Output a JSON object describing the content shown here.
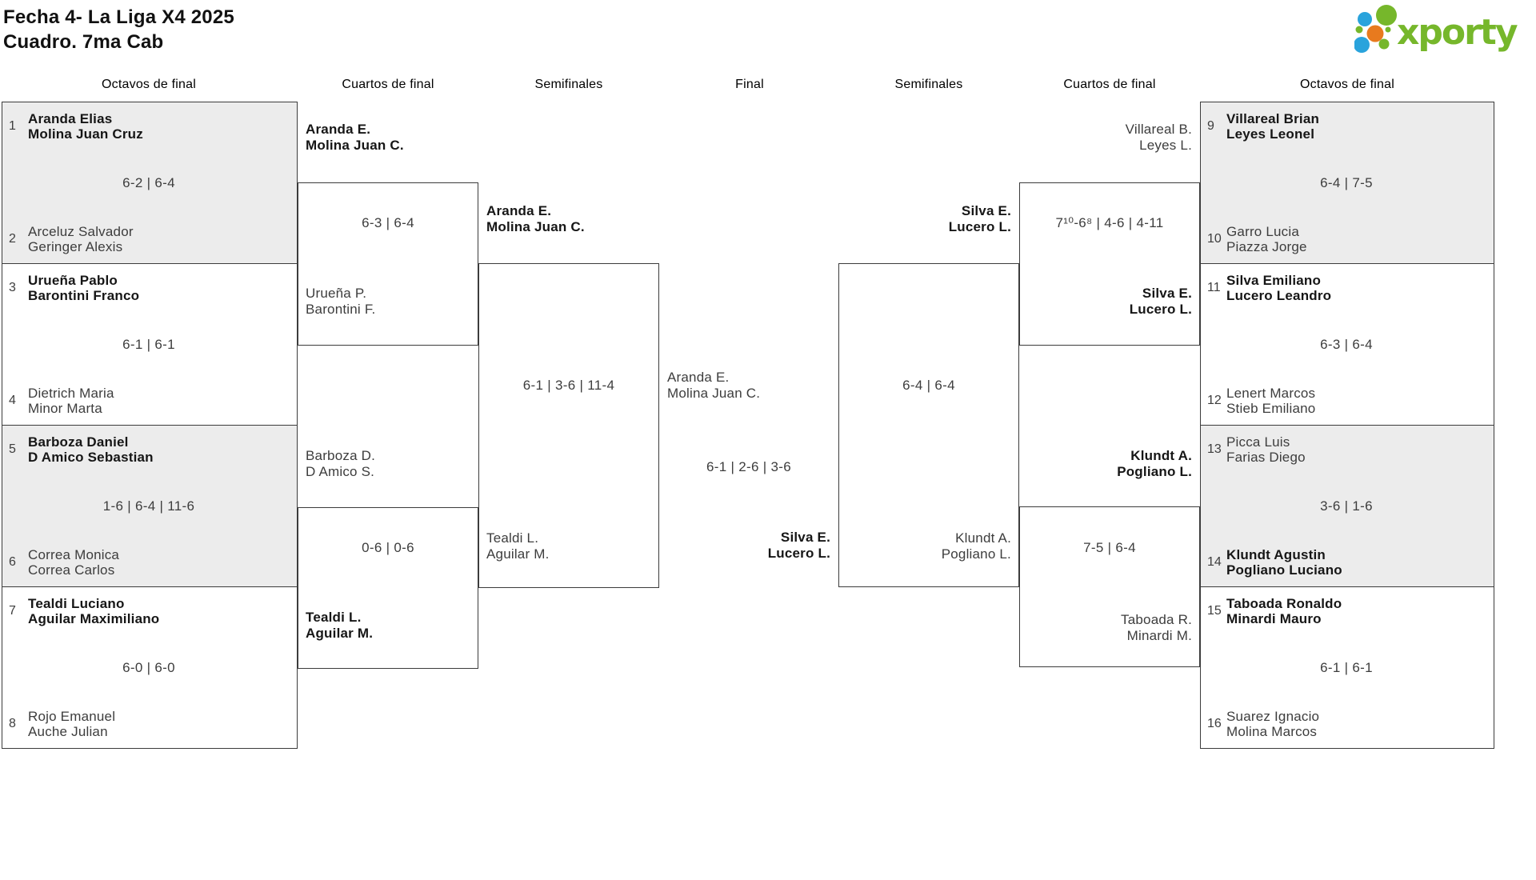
{
  "title": {
    "line1": "Fecha 4- La Liga X4 2025",
    "line2": "Cuadro. 7ma Cab"
  },
  "brand": {
    "name": "xporty",
    "green": "#76b72b",
    "blue": "#29a3dc",
    "orange": "#e87a1e"
  },
  "headers": {
    "r16_left": "Octavos de final",
    "qf_left": "Cuartos de final",
    "sf_left": "Semifinales",
    "final": "Final",
    "sf_right": "Semifinales",
    "qf_right": "Cuartos de final",
    "r16_right": "Octavos de final"
  },
  "r16_left": [
    {
      "seed_a": "1",
      "team_a": "Aranda Elias\nMolina Juan Cruz",
      "score": "6-2 | 6-4",
      "seed_b": "2",
      "team_b": "Arceluz Salvador\nGeringer Alexis"
    },
    {
      "seed_a": "3",
      "team_a": "Urueña Pablo\nBarontini Franco",
      "score": "6-1 | 6-1",
      "seed_b": "4",
      "team_b": "Dietrich Maria\nMinor Marta"
    },
    {
      "seed_a": "5",
      "team_a": "Barboza Daniel\nD Amico Sebastian",
      "score": "1-6 | 6-4 | 11-6",
      "seed_b": "6",
      "team_b": "Correa Monica\nCorrea Carlos"
    },
    {
      "seed_a": "7",
      "team_a": "Tealdi Luciano\nAguilar Maximiliano",
      "score": "6-0 | 6-0",
      "seed_b": "8",
      "team_b": "Rojo Emanuel\nAuche Julian"
    }
  ],
  "r16_right": [
    {
      "seed_a": "9",
      "team_a": "Villareal Brian\nLeyes Leonel",
      "score": "6-4 | 7-5",
      "seed_b": "10",
      "team_b": "Garro Lucia\nPiazza Jorge"
    },
    {
      "seed_a": "11",
      "team_a": "Silva Emiliano\nLucero Leandro",
      "score": "6-3 | 6-4",
      "seed_b": "12",
      "team_b": "Lenert Marcos\nStieb Emiliano"
    },
    {
      "seed_a": "13",
      "team_a": "Picca Luis\nFarias Diego",
      "score": "3-6 | 1-6",
      "seed_b": "14",
      "team_b": "Klundt Agustin\nPogliano Luciano"
    },
    {
      "seed_a": "15",
      "team_a": "Taboada Ronaldo\nMinardi Mauro",
      "score": "6-1 | 6-1",
      "seed_b": "16",
      "team_b": "Suarez Ignacio\nMolina Marcos"
    }
  ],
  "qf_left": [
    {
      "team_a": "Aranda E.\nMolina Juan C.",
      "score": "6-3 | 6-4",
      "team_b": "Urueña P.\nBarontini F."
    },
    {
      "team_a": "Barboza D.\nD Amico S.",
      "score": "0-6 | 0-6",
      "team_b": "Tealdi L.\nAguilar M."
    }
  ],
  "qf_right": [
    {
      "team_a": "Villareal B.\nLeyes L.",
      "score": "7¹⁰-6⁸ | 4-6 | 4-11",
      "team_b": "Silva E.\nLucero L."
    },
    {
      "team_a": "Klundt A.\nPogliano L.",
      "score": "7-5 | 6-4",
      "team_b": "Taboada R.\nMinardi M."
    }
  ],
  "sf_left": {
    "team_a": "Aranda E.\nMolina Juan C.",
    "score": "6-1 | 3-6 | 11-4",
    "team_b": "Tealdi L.\nAguilar M."
  },
  "sf_right": {
    "team_a": "Silva E.\nLucero L.",
    "score": "6-4 | 6-4",
    "team_b": "Klundt A.\nPogliano L."
  },
  "final": {
    "team_a": "Aranda E.\nMolina Juan C.",
    "score": "6-1 | 2-6 | 3-6",
    "team_b": "Silva E.\nLucero L."
  }
}
